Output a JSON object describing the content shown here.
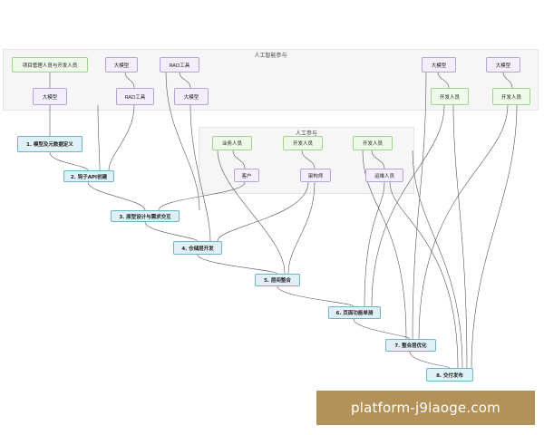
{
  "groups": {
    "top": "人工智能参与",
    "mid": "人工参与"
  },
  "nodes": {
    "pm": "项目管理人员与开发人员",
    "llm_a": "大模型",
    "rad_a": "RAD工具",
    "llm_b": "大模型",
    "rad_b": "RAD工具",
    "llm_c": "大模型",
    "llm_d": "大模型",
    "llm_e": "大模型",
    "dev_a": "开发人员",
    "dev_b": "开发人员",
    "biz": "业务人员",
    "dev_c": "开发人员",
    "dev_d": "开发人员",
    "customer": "客户",
    "architect": "架构师",
    "ops": "运维人员"
  },
  "steps": [
    "1. 模型及元数据定义",
    "2. 钩子API创建",
    "3. 原型设计与需求交互",
    "4. 仓储层开发",
    "5. 层间整合",
    "6. 页面功能单测",
    "7. 整合层优化",
    "8. 交付发布"
  ],
  "watermark": "platform-j9laoge.com"
}
